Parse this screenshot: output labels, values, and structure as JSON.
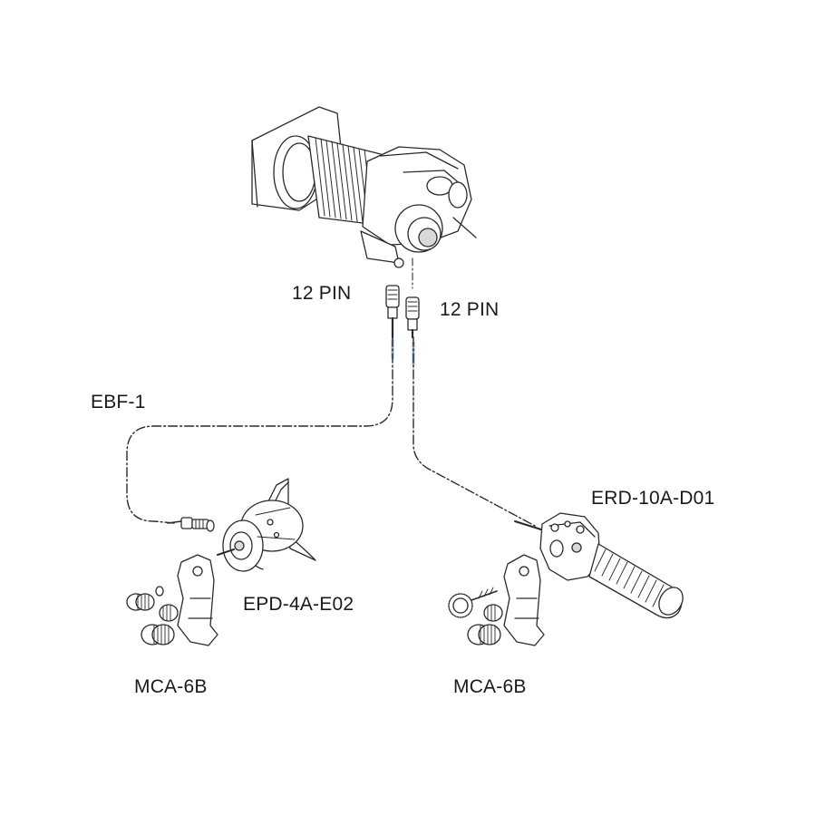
{
  "labels": {
    "pin_left": "12 PIN",
    "pin_right": "12 PIN",
    "focus_cable": "EBF-1",
    "zoom_demand": "ERD-10A-D01",
    "focus_demand": "EPD-4A-E02",
    "clamp_left": "MCA-6B",
    "clamp_right": "MCA-6B"
  },
  "colors": {
    "line": "#2a2a2a",
    "fill": "#ffffff",
    "shade": "#d9d9d9",
    "accent": "#9bb4d6"
  }
}
